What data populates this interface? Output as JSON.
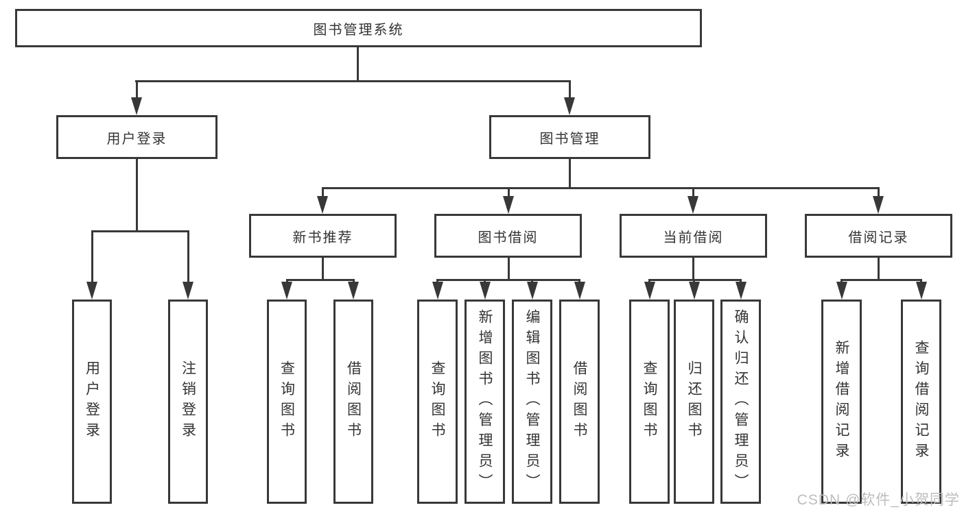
{
  "watermark": "CSDN @软件_小贺同学",
  "colors": {
    "line": "#383838",
    "text": "#333333",
    "background": "#ffffff",
    "watermark": "#bdbdbd"
  },
  "tree": {
    "label": "图书管理系统",
    "children": [
      {
        "label": "用户登录",
        "children": [
          {
            "label": "用户登录"
          },
          {
            "label": "注销登录"
          }
        ]
      },
      {
        "label": "图书管理",
        "children": [
          {
            "label": "新书推荐",
            "children": [
              {
                "label": "查询图书"
              },
              {
                "label": "借阅图书"
              }
            ]
          },
          {
            "label": "图书借阅",
            "children": [
              {
                "label": "查询图书"
              },
              {
                "label": "新增图书（管理员）"
              },
              {
                "label": "编辑图书（管理员）"
              },
              {
                "label": "借阅图书"
              }
            ]
          },
          {
            "label": "当前借阅",
            "children": [
              {
                "label": "查询图书"
              },
              {
                "label": "归还图书"
              },
              {
                "label": "确认归还（管理员）"
              }
            ]
          },
          {
            "label": "借阅记录",
            "children": [
              {
                "label": "新增借阅记录"
              },
              {
                "label": "查询借阅记录"
              }
            ]
          }
        ]
      }
    ]
  }
}
